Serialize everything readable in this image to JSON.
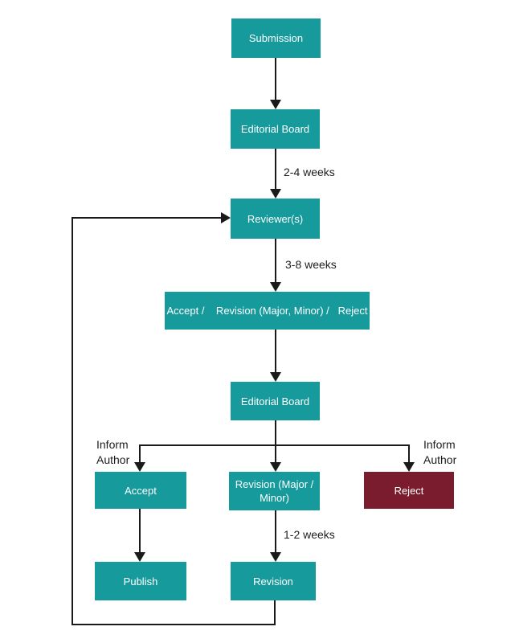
{
  "nodes": {
    "submission": {
      "label": "Submission",
      "color": "#169a9c"
    },
    "editorial_board_1": {
      "label": "Editorial Board",
      "color": "#169a9c"
    },
    "reviewers": {
      "label": "Reviewer(s)",
      "color": "#169a9c"
    },
    "decision": {
      "label": "Accept /    Revision (Major, Minor) /   Reject",
      "color": "#169a9c"
    },
    "editorial_board_2": {
      "label": "Editorial Board",
      "color": "#169a9c"
    },
    "accept": {
      "label": "Accept",
      "color": "#169a9c"
    },
    "revision_major_minor": {
      "label": "Revision (Major / Minor)",
      "color": "#169a9c"
    },
    "reject": {
      "label": "Reject",
      "color": "#7b1c2e"
    },
    "publish": {
      "label": "Publish",
      "color": "#169a9c"
    },
    "revision": {
      "label": "Revision",
      "color": "#169a9c"
    }
  },
  "edge_labels": {
    "editorial_to_reviewers": "2-4 weeks",
    "reviewers_to_decision": "3-8 weeks",
    "revision_wait": "1-2 weeks",
    "inform_author_left": "Inform\nAuthor",
    "inform_author_right": "Inform\nAuthor"
  },
  "colors": {
    "node_teal": "#169a9c",
    "node_maroon": "#7b1c2e",
    "line": "#1a1a1a",
    "label_text": "#1c1c1c",
    "text_on_node": "#ffffff"
  }
}
